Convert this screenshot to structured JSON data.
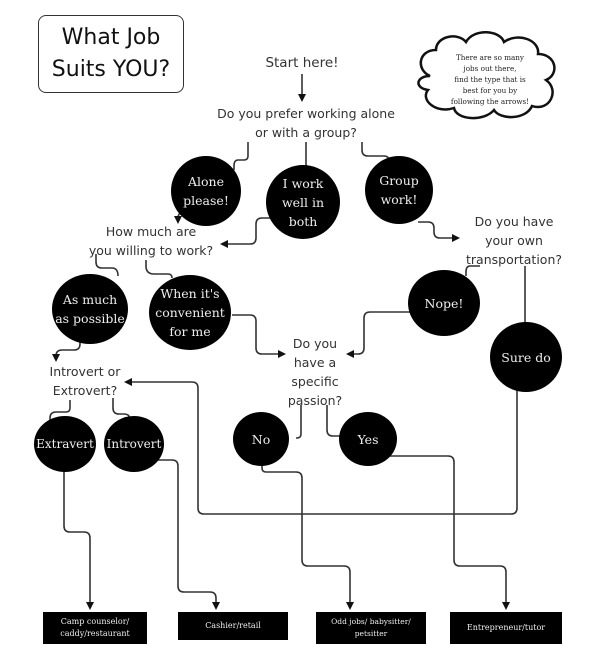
{
  "title": {
    "line1": "What Job",
    "line2": "Suits YOU?"
  },
  "cloud": {
    "text": "There are so many\njobs out there,\nfind the type that is\nbest for you by\nfollowing the arrows!"
  },
  "start": "Start here!",
  "questions": {
    "alone_or_group": "Do you prefer working alone\nor with a group?",
    "how_much_work": "How much are\nyou willing to work?",
    "transportation": "Do you have\nyour own\ntransportation?",
    "passion": "Do you\nhave a\nspecific\npassion?",
    "intro_extro": "Introvert or\nExtrovert?"
  },
  "answers": {
    "alone": "Alone\nplease!",
    "both": "I work\nwell in\nboth",
    "group": "Group\nwork!",
    "as_much": "As much\nas possible",
    "convenient": "When it's\nconvenient\nfor me",
    "nope": "Nope!",
    "sure_do": "Sure do",
    "no": "No",
    "yes": "Yes",
    "extravert": "Extravert",
    "introvert": "Introvert"
  },
  "results": [
    {
      "label": "Camp counselor/\ncaddy/restaurant"
    },
    {
      "label": "Cashier/retail"
    },
    {
      "label": "Odd jobs/ babysitter/\npetsitter"
    },
    {
      "label": "Entrepreneur/tutor"
    }
  ],
  "colors": {
    "node_fill": "#000000",
    "node_text": "#eeeeee",
    "line": "#333333",
    "background": "#ffffff"
  }
}
